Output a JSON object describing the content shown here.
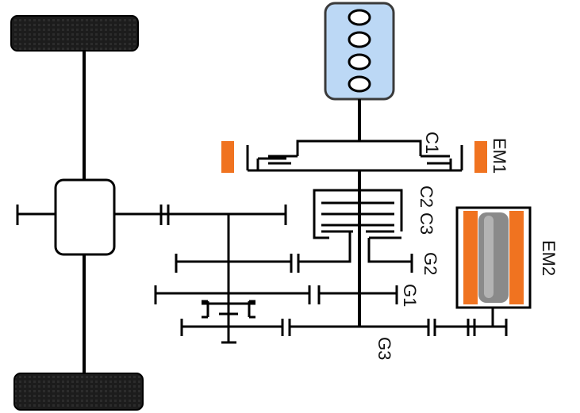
{
  "labels": {
    "c1": "C1",
    "em1": "EM1",
    "c2": "C2",
    "c3": "C3",
    "em2": "EM2",
    "g2": "G2",
    "g1": "G1",
    "g3": "G3"
  },
  "colors": {
    "engine_fill": "#bcd8f5",
    "engine_stroke": "#3a3a3a",
    "motor_accent": "#f07320",
    "em2_core": "#8a8a8a",
    "em2_core_light": "#b3b3b3",
    "line": "#000000",
    "tire": "#1c1c1c"
  },
  "icons": {
    "engine": "engine-cylinders-icon",
    "wheel": "tire-icon"
  }
}
